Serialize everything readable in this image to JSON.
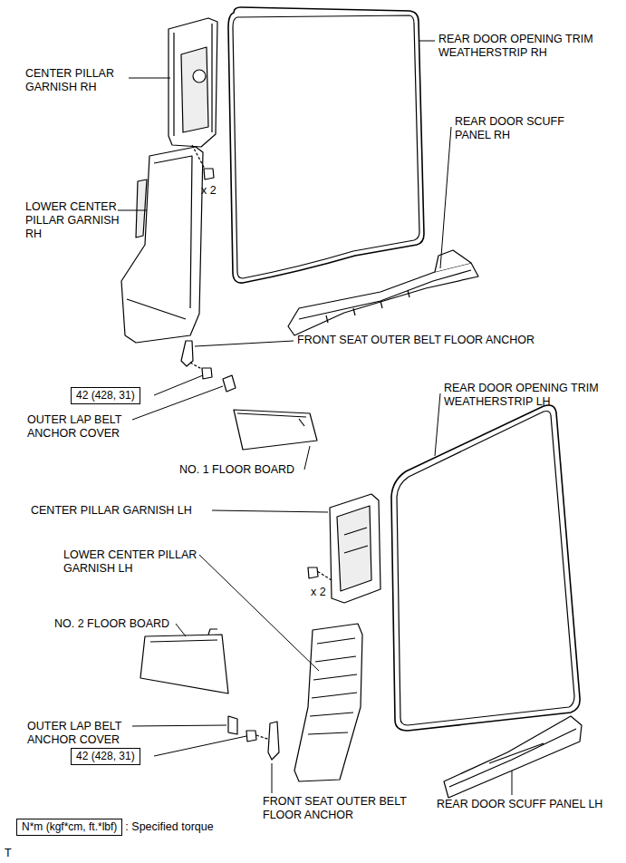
{
  "diagram": {
    "nodes": [
      {
        "text": [
          "42 (428, 31)"
        ]
      },
      {
        "text": [
          "42 (428, 31)"
        ]
      },
      {
        "text": [
          "N*m (kgf*cm, ft.*lbf)"
        ]
      }
    ],
    "labels": [
      "REAR DOOR OPENING TRIM WEATHERSTRIP RH",
      "CENTER PILLAR GARNISH RH",
      "REAR DOOR SCUFF PANEL RH",
      "x 2",
      "LOWER CENTER PILLAR GARNISH RH",
      "FRONT SEAT OUTER BELT FLOOR ANCHOR",
      "OUTER LAP BELT ANCHOR COVER",
      "NO. 1 FLOOR BOARD",
      "REAR DOOR OPENING TRIM WEATHERSTRIP LH",
      "CENTER PILLAR GARNISH LH",
      "LOWER CENTER PILLAR GARNISH LH",
      "x 2",
      "NO. 2 FLOOR BOARD",
      "OUTER LAP BELT ANCHOR COVER",
      "FRONT SEAT OUTER BELT FLOOR ANCHOR",
      "REAR DOOR SCUFF PANEL LH",
      ": Specified torque",
      "T"
    ]
  }
}
